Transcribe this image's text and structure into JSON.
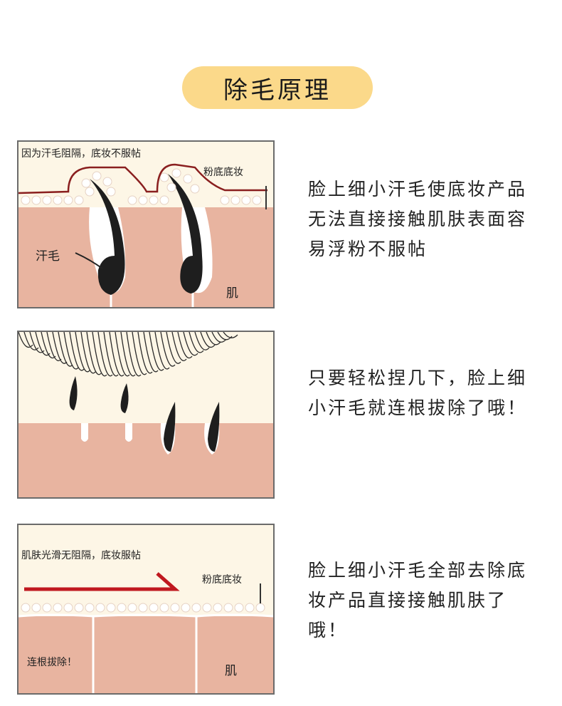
{
  "title": "除毛原理",
  "panels": [
    {
      "caption": "因为汗毛阻隔，底妆不服帖",
      "makeup_label": "粉底底妆",
      "hair_label": "汗毛",
      "skin_label": "肌",
      "description": "脸上细小汗毛使底妆产品无法直接接触肌肤表面容易浮粉不服帖"
    },
    {
      "description": "只要轻松捏几下，脸上细小汗毛就连根拔除了哦！"
    },
    {
      "caption": "肌肤光滑无阻隔，底妆服帖",
      "makeup_label": "粉底底妆",
      "action_label": "连根拔除！",
      "skin_label": "肌",
      "description": "脸上细小汗毛全部去除底妆产品直接接触肌肤了哦！"
    }
  ],
  "colors": {
    "title_bg": "#fbd98a",
    "skin": "#e8b4a0",
    "makeup_line": "#8a1f1f",
    "arrow": "#c0181f",
    "hair": "#1e1e1e",
    "panel_bg": "#fdf6e6"
  }
}
